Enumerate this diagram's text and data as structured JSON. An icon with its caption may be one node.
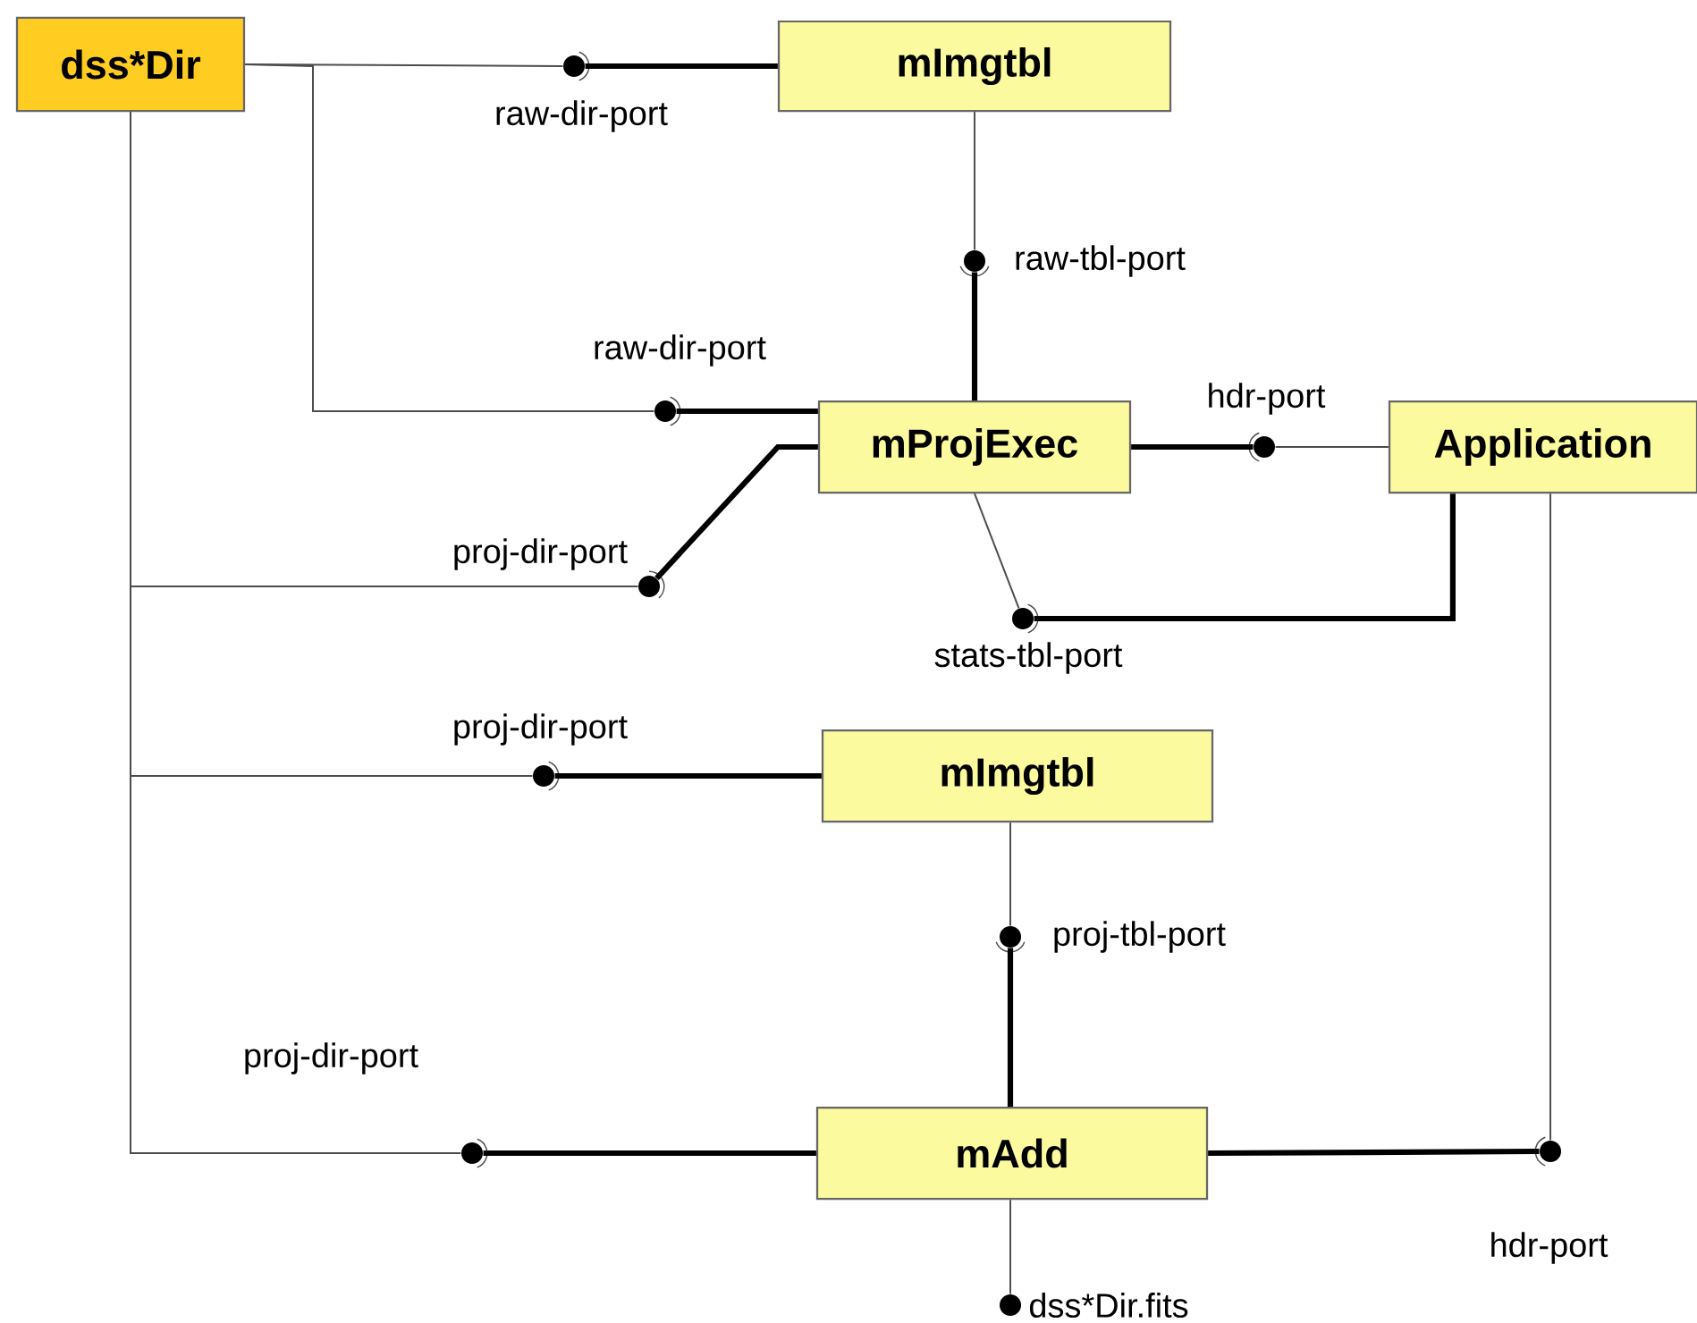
{
  "diagram": {
    "nodes": [
      {
        "text": [
          "dss*Dir"
        ]
      },
      {
        "text": [
          "mImgtbl"
        ]
      },
      {
        "text": [
          "mProjExec"
        ]
      },
      {
        "text": [
          "Application"
        ]
      },
      {
        "text": [
          "mImgtbl"
        ]
      },
      {
        "text": [
          "mAdd"
        ]
      },
      {
        "text": [],
        "shape": "circle",
        "beside": [
          "raw-dir-port"
        ]
      },
      {
        "text": [],
        "shape": "circle",
        "beside": [
          "raw-tbl-port"
        ]
      },
      {
        "text": [],
        "shape": "circle",
        "beside": [
          "raw-dir-port"
        ]
      },
      {
        "text": [],
        "shape": "circle",
        "beside": [
          "hdr-port"
        ]
      },
      {
        "text": [],
        "shape": "circle",
        "beside": [
          "proj-dir-port"
        ]
      },
      {
        "text": [],
        "shape": "circle",
        "beside": [
          "stats-tbl-port"
        ]
      },
      {
        "text": [],
        "shape": "circle",
        "beside": [
          "proj-dir-port"
        ]
      },
      {
        "text": [],
        "shape": "circle",
        "beside": [
          "proj-tbl-port"
        ]
      },
      {
        "text": [],
        "shape": "circle",
        "beside": [
          "proj-dir-port"
        ]
      },
      {
        "text": [],
        "shape": "circle",
        "beside": [
          "hdr-port"
        ]
      },
      {
        "text": [],
        "shape": "circle",
        "beside": [
          "dss*Dir.fits"
        ]
      }
    ],
    "edges": [
      {
        "from": 0,
        "to": 6,
        "arrow": "none"
      },
      {
        "from": 6,
        "to": 1,
        "arrow": "none",
        "style": "thick"
      },
      {
        "from": 1,
        "to": 7,
        "arrow": "none"
      },
      {
        "from": 7,
        "to": 2,
        "arrow": "none",
        "style": "thick"
      },
      {
        "from": 0,
        "to": 8,
        "arrow": "none"
      },
      {
        "from": 8,
        "to": 2,
        "arrow": "none",
        "style": "thick"
      },
      {
        "from": 2,
        "to": 9,
        "arrow": "none",
        "style": "thick"
      },
      {
        "from": 9,
        "to": 3,
        "arrow": "none"
      },
      {
        "from": 0,
        "to": 10,
        "arrow": "none"
      },
      {
        "from": 10,
        "to": 2,
        "arrow": "none",
        "style": "thick"
      },
      {
        "from": 2,
        "to": 11,
        "arrow": "none"
      },
      {
        "from": 11,
        "to": 3,
        "arrow": "none",
        "style": "thick"
      },
      {
        "from": 0,
        "to": 12,
        "arrow": "none"
      },
      {
        "from": 12,
        "to": 4,
        "arrow": "none",
        "style": "thick"
      },
      {
        "from": 4,
        "to": 13,
        "arrow": "none"
      },
      {
        "from": 13,
        "to": 5,
        "arrow": "none",
        "style": "thick"
      },
      {
        "from": 0,
        "to": 14,
        "arrow": "none"
      },
      {
        "from": 14,
        "to": 5,
        "arrow": "none",
        "style": "thick"
      },
      {
        "from": 3,
        "to": 15,
        "arrow": "none"
      },
      {
        "from": 15,
        "to": 5,
        "arrow": "none",
        "style": "thick"
      },
      {
        "from": 5,
        "to": 16,
        "arrow": "none"
      }
    ]
  }
}
